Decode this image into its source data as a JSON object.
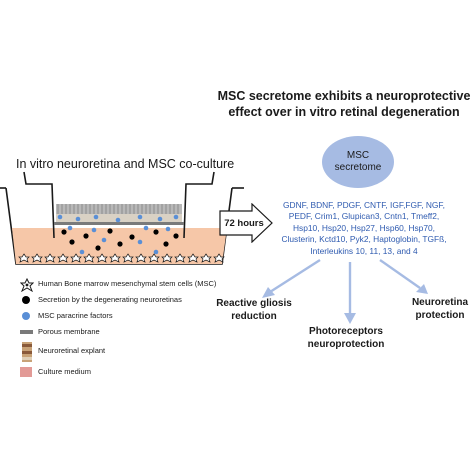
{
  "title_lines": [
    "MSC secretome exhibits a neuroprotective",
    "effect over in vitro retinal degeneration"
  ],
  "left_title": "In vitro neuroretina and MSC co-culture",
  "arrow_label": "72 hours",
  "secretome_lines": [
    "MSC",
    "secretome"
  ],
  "factors_lines": [
    "GDNF, BDNF, PDGF, CNTF, IGF,FGF, NGF,",
    "PEDF, Crim1, Glupican3, Cntn1, Tmeff2,",
    "Hsp10, Hsp20, Hsp27, Hsp60, Hsp70,",
    "Clusterin, Kctd10, Pyk2, Haptoglobin, TGFß,",
    "Interleukins 10, 11, 13, and 4"
  ],
  "outcomes": [
    {
      "lines": [
        "Reactive gliosis",
        "reduction"
      ]
    },
    {
      "lines": [
        "Photoreceptors",
        "neuroprotection"
      ]
    },
    {
      "lines": [
        "Neuroretina",
        "protection"
      ]
    }
  ],
  "legend": [
    {
      "icon": "msc-cell-icon",
      "label": "Human Bone marrow mesenchymal stem cells (MSC)"
    },
    {
      "icon": "black-dot-icon",
      "label": "Secretion by the degenerating neuroretinas"
    },
    {
      "icon": "blue-dot-icon",
      "label": "MSC paracrine factors"
    },
    {
      "icon": "porous-membrane-icon",
      "label": "Porous membrane"
    },
    {
      "icon": "neuroretinal-explant-icon",
      "label": "Neuroretinal explant"
    },
    {
      "icon": "culture-medium-icon",
      "label": "Culture medium"
    }
  ],
  "colors": {
    "medium": "#f6c7a8",
    "msc_factor": "#5a8fd6",
    "secretome": "#a6bbe3",
    "factor_text": "#2f5bb0",
    "arrow": "#a6bbe3",
    "membrane": "#7a7a7a",
    "legend_medium": "#e29a96"
  }
}
